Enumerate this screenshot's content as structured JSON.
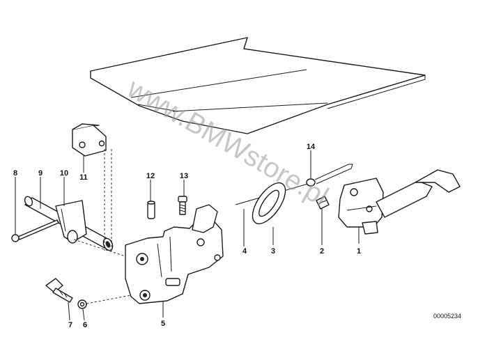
{
  "watermark": "www.BMWstore.pl",
  "diagram_code": "00005234",
  "callouts": [
    {
      "id": "1",
      "label": "1"
    },
    {
      "id": "2",
      "label": "2"
    },
    {
      "id": "3",
      "label": "3"
    },
    {
      "id": "4",
      "label": "4"
    },
    {
      "id": "5",
      "label": "5"
    },
    {
      "id": "6",
      "label": "6"
    },
    {
      "id": "7",
      "label": "7"
    },
    {
      "id": "8",
      "label": "8"
    },
    {
      "id": "9",
      "label": "9"
    },
    {
      "id": "10",
      "label": "10"
    },
    {
      "id": "11",
      "label": "11"
    },
    {
      "id": "12",
      "label": "12"
    },
    {
      "id": "13",
      "label": "13"
    },
    {
      "id": "14",
      "label": "14"
    }
  ]
}
